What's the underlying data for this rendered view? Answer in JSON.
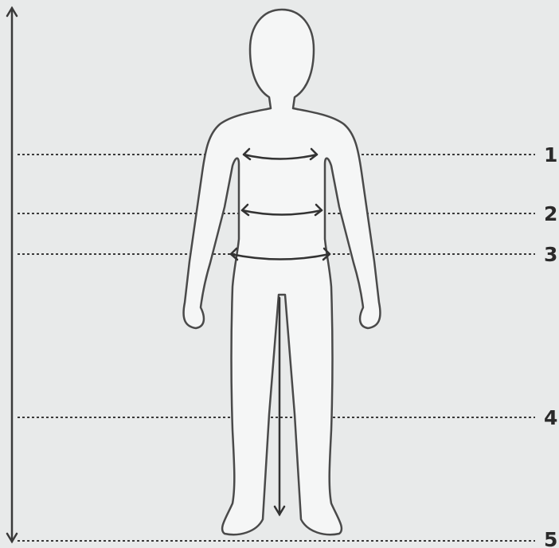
{
  "colors": {
    "background": "#e8eaea",
    "silhouette_fill": "#f5f6f6",
    "silhouette_stroke": "#4a4a4a",
    "line": "#3a3a3a",
    "label": "#2a2a2a"
  },
  "measurement_lines": [
    {
      "label": "1"
    },
    {
      "label": "2"
    },
    {
      "label": "3"
    },
    {
      "label": "4"
    },
    {
      "label": "5"
    }
  ]
}
